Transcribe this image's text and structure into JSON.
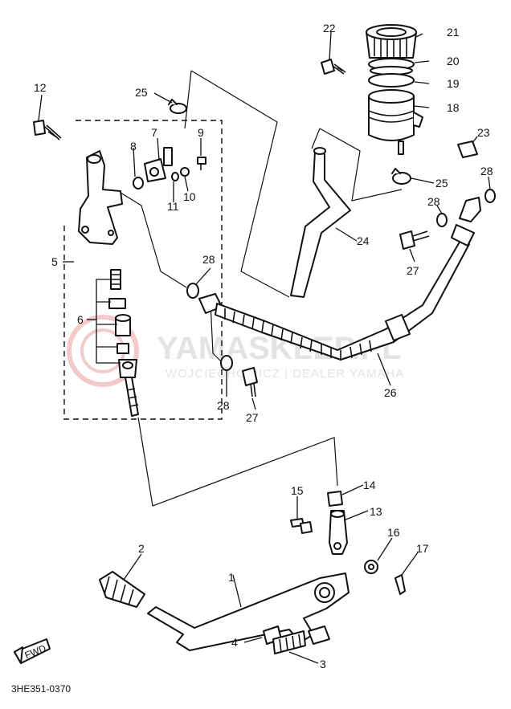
{
  "watermark": {
    "title": "YAMASKLEP.PL",
    "subtitle": "WOJCIECHOWICZ | DEALER YAMAHA"
  },
  "drawing_code": "3HE351-0370",
  "fwd_label": "FWD",
  "callouts": {
    "c1": "1",
    "c2": "2",
    "c3": "3",
    "c4": "4",
    "c5": "5",
    "c6": "6",
    "c7": "7",
    "c8": "8",
    "c9": "9",
    "c10": "10",
    "c11": "11",
    "c12": "12",
    "c13": "13",
    "c14": "14",
    "c15": "15",
    "c16": "16",
    "c17": "17",
    "c18": "18",
    "c19": "19",
    "c20": "20",
    "c21": "21",
    "c22": "22",
    "c23": "23",
    "c24": "24",
    "c25a": "25",
    "c25b": "25",
    "c26": "26",
    "c27a": "27",
    "c27b": "27",
    "c28a": "28",
    "c28b": "28",
    "c28c": "28",
    "c28d": "28"
  }
}
